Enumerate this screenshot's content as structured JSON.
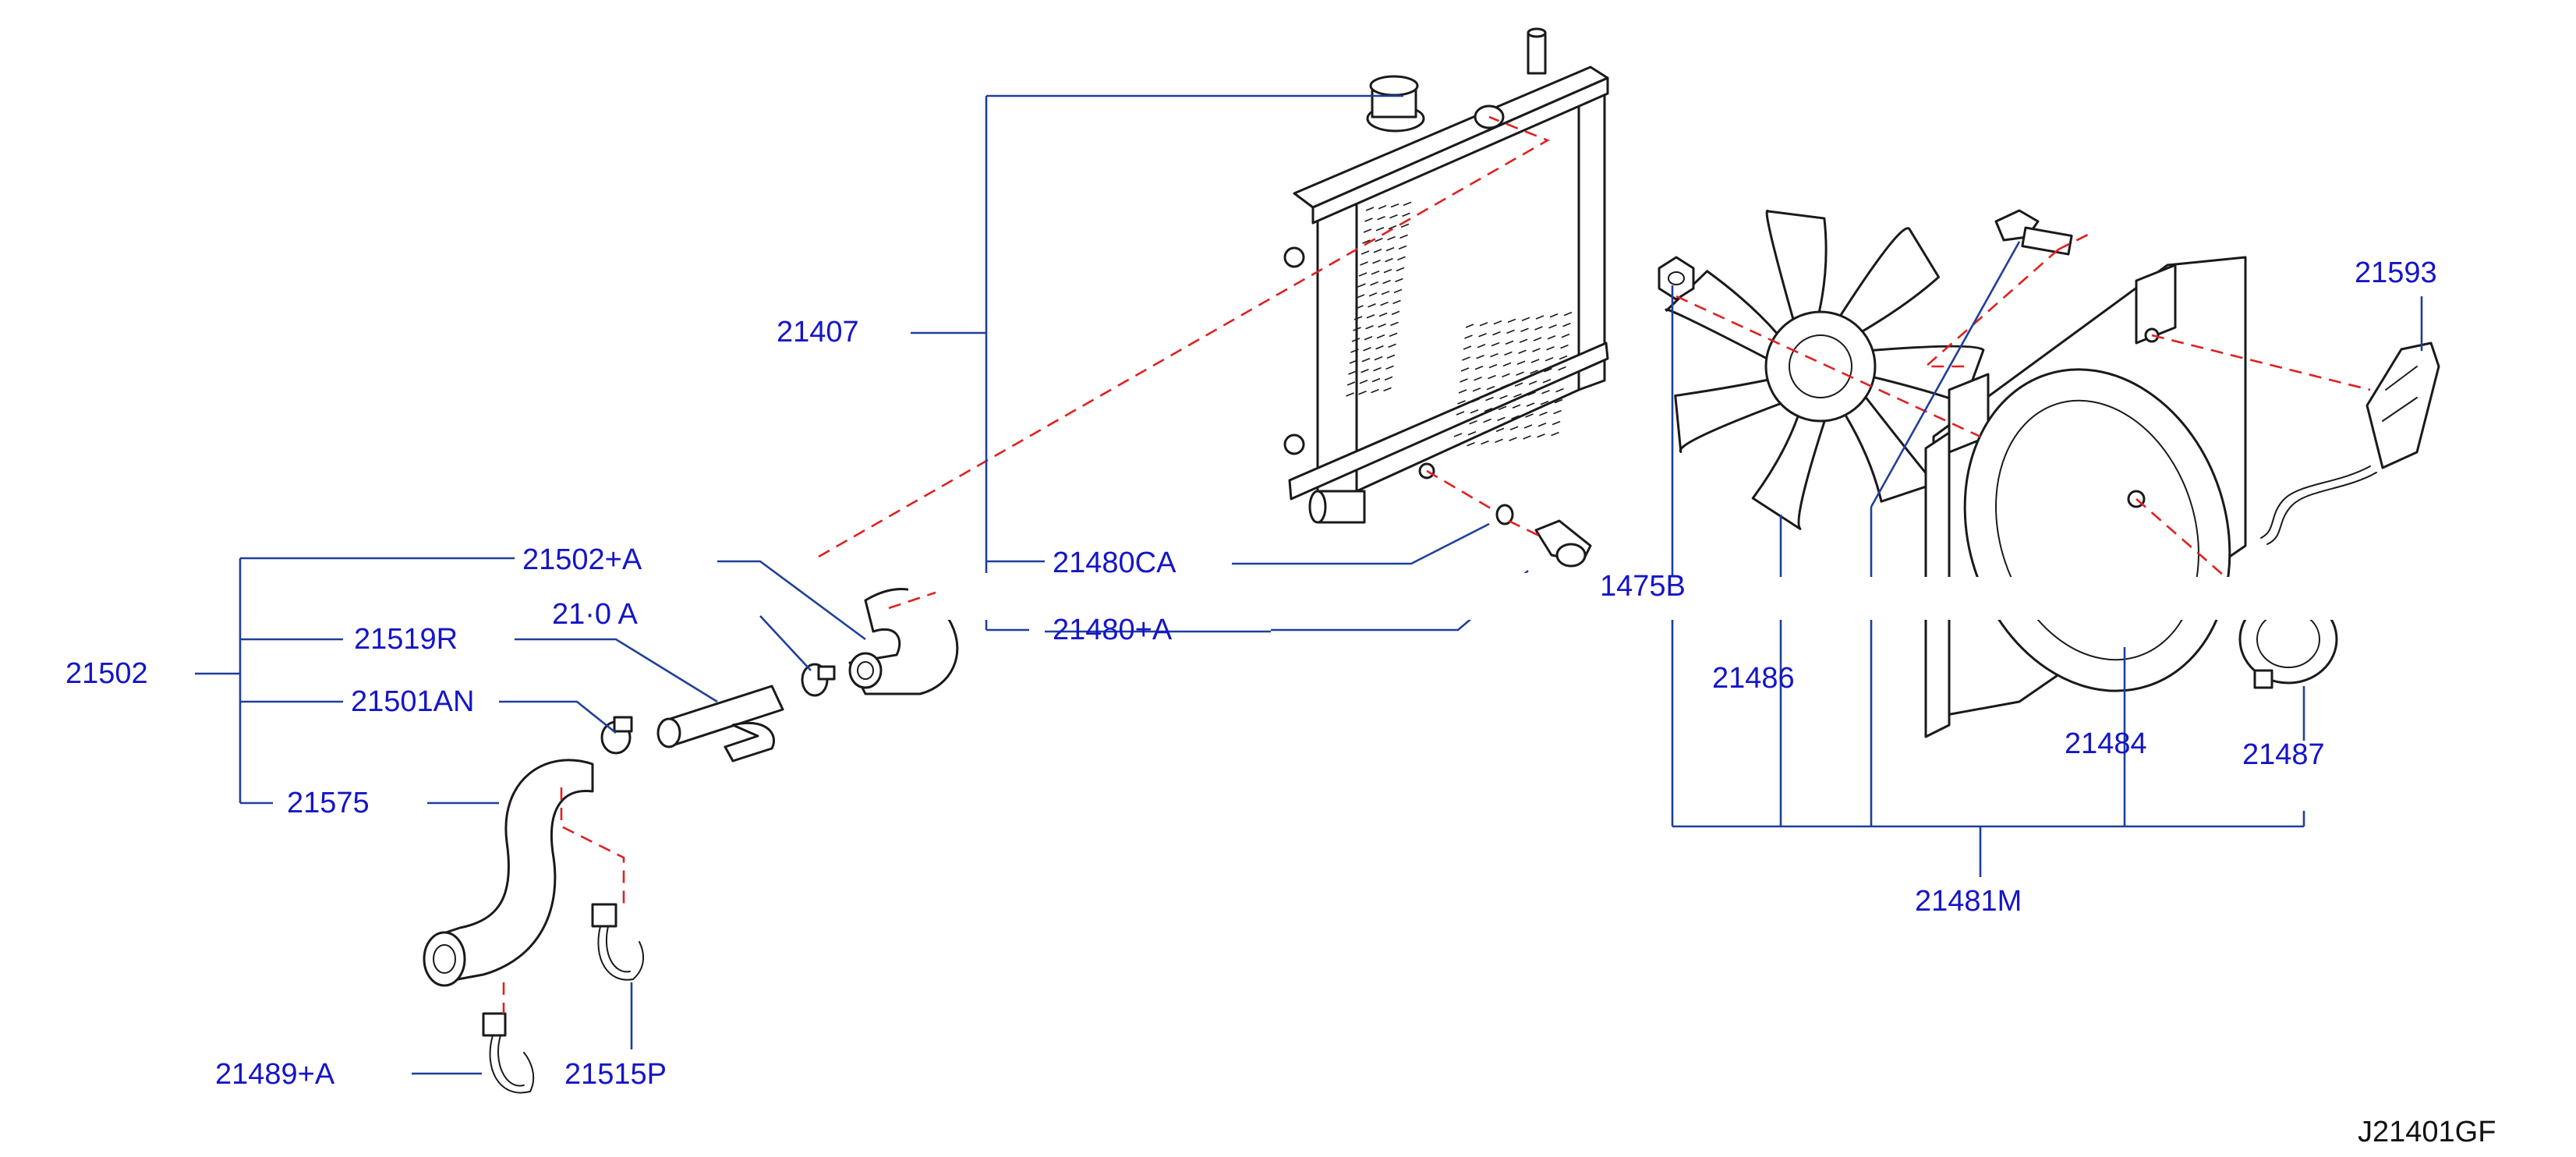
{
  "diagram": {
    "drawing_code": "J21401GF",
    "labels": {
      "p21407": "21407",
      "p21502a": "21502+A",
      "p21502": "21502",
      "p21519r": "21519R",
      "p21501an": "21501AN",
      "p21575": "21575",
      "p21510a": "21·0 A",
      "p21480ca": "21480CA",
      "p21480a": "21480+A",
      "p21475b": "1475B",
      "p21486": "21486",
      "p21484": "21484",
      "p21487": "21487",
      "p21593": "21593",
      "p21481m": "21481M",
      "p21489a": "21489+A",
      "p21515p": "21515P"
    },
    "colors": {
      "label": "#1515c8",
      "leader": "#1f3f9a",
      "dashed": "#e02020",
      "linework": "#1a1a1a"
    }
  }
}
